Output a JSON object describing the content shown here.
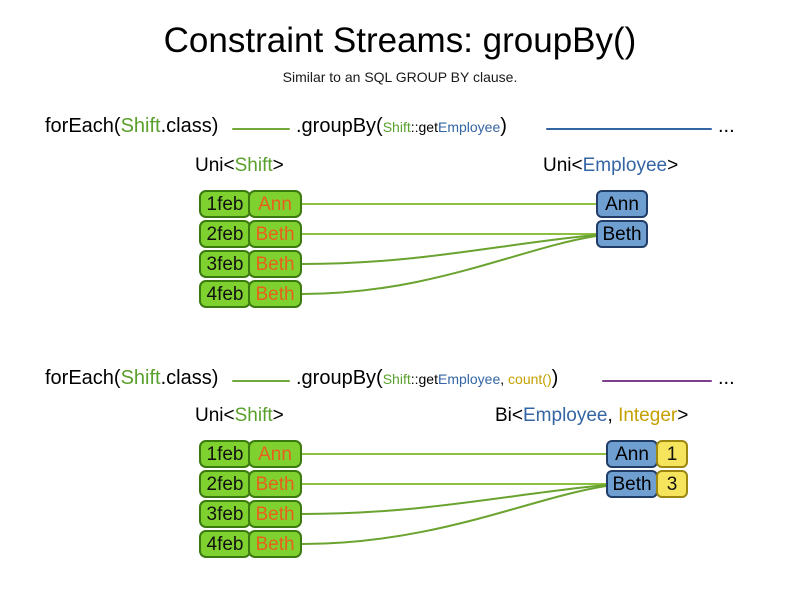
{
  "header": {
    "title": "Constraint Streams: groupBy()",
    "subtitle": "Similar to an SQL GROUP BY clause."
  },
  "colors": {
    "shift_green_fill": "#7fd130",
    "shift_green_border": "#3b7a0f",
    "employee_blue_fill": "#6f9fd0",
    "employee_blue_border": "#1f3d66",
    "count_yellow_fill": "#f6e45c",
    "count_yellow_border": "#9c8710",
    "name_orange_text": "#e8601c",
    "keyword_shift": "#5aa02c",
    "keyword_employee": "#3465a4",
    "keyword_count": "#c4a000",
    "wire_green": "#6aa32f",
    "rule_blue": "#3465a4",
    "rule_purple": "#7b3f8c"
  },
  "sections": [
    {
      "id": "groupby-key-only",
      "code": {
        "for_each": "forEach(",
        "for_each_type": "Shift",
        "for_each_suffix": ".class)",
        "group_by": ".groupBy(",
        "mapper_type": "Shift",
        "mapper_sep": "::get",
        "mapper_prop": "Employee",
        "group_by_close": ")",
        "ellipsis": "..."
      },
      "left_label": {
        "prefix": "Uni<",
        "type": "Shift",
        "suffix": ">"
      },
      "right_label": {
        "prefix": "Uni<",
        "type": "Employee",
        "suffix": ">"
      },
      "shifts": [
        {
          "date": "1feb",
          "employee": "Ann"
        },
        {
          "date": "2feb",
          "employee": "Beth"
        },
        {
          "date": "3feb",
          "employee": "Beth"
        },
        {
          "date": "4feb",
          "employee": "Beth"
        }
      ],
      "groups": [
        {
          "employee": "Ann"
        },
        {
          "employee": "Beth"
        }
      ]
    },
    {
      "id": "groupby-key-count",
      "code": {
        "for_each": "forEach(",
        "for_each_type": "Shift",
        "for_each_suffix": ".class)",
        "group_by": ".groupBy(",
        "mapper_type": "Shift",
        "mapper_sep": "::get",
        "mapper_prop": "Employee",
        "mapper_comma": ", ",
        "collector": "count()",
        "group_by_close": ")",
        "ellipsis": "..."
      },
      "left_label": {
        "prefix": "Uni<",
        "type": "Shift",
        "suffix": ">"
      },
      "right_label": {
        "prefix": "Bi<",
        "type": "Employee",
        "mid": ", ",
        "type2": "Integer",
        "suffix": ">"
      },
      "shifts": [
        {
          "date": "1feb",
          "employee": "Ann"
        },
        {
          "date": "2feb",
          "employee": "Beth"
        },
        {
          "date": "3feb",
          "employee": "Beth"
        },
        {
          "date": "4feb",
          "employee": "Beth"
        }
      ],
      "groups": [
        {
          "employee": "Ann",
          "count": "1"
        },
        {
          "employee": "Beth",
          "count": "3"
        }
      ]
    }
  ]
}
